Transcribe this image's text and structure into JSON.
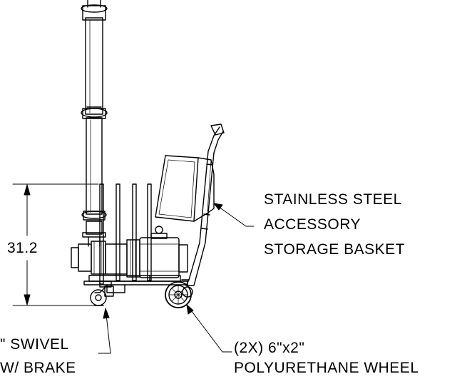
{
  "dimension": {
    "value": "31.2"
  },
  "callouts": {
    "basket": {
      "line1": "STAINLESS STEEL",
      "line2": "ACCESSORY",
      "line3": "STORAGE BASKET"
    },
    "wheels": {
      "line1": "(2X) 6\"x2\"",
      "line2": "POLYURETHANE WHEEL"
    },
    "caster": {
      "line1": "\" SWIVEL",
      "line2": "W/ BRAKE"
    }
  },
  "colors": {
    "line": "#000000",
    "background": "#ffffff"
  }
}
